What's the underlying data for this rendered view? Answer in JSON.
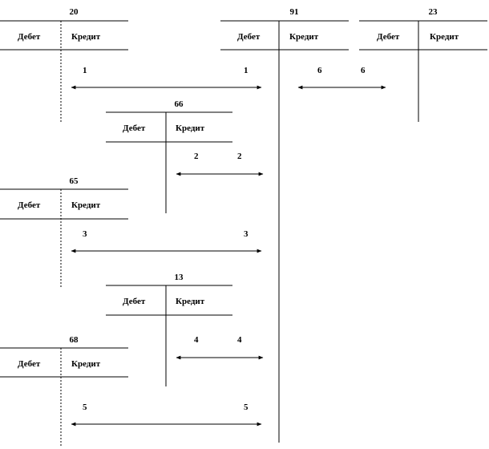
{
  "column_labels": {
    "debit": "Дебет",
    "credit": "Кредит"
  },
  "accounts": [
    {
      "id": "20"
    },
    {
      "id": "91"
    },
    {
      "id": "23"
    },
    {
      "id": "66"
    },
    {
      "id": "65"
    },
    {
      "id": "13"
    },
    {
      "id": "68"
    }
  ],
  "operations": [
    {
      "number": "1",
      "from_account": "20",
      "to_account": "91"
    },
    {
      "number": "2",
      "from_account": "66",
      "to_account": "91"
    },
    {
      "number": "3",
      "from_account": "65",
      "to_account": "91"
    },
    {
      "number": "4",
      "from_account": "13",
      "to_account": "91"
    },
    {
      "number": "5",
      "from_account": "68",
      "to_account": "91"
    },
    {
      "number": "6",
      "from_account": "91",
      "to_account": "23"
    }
  ]
}
